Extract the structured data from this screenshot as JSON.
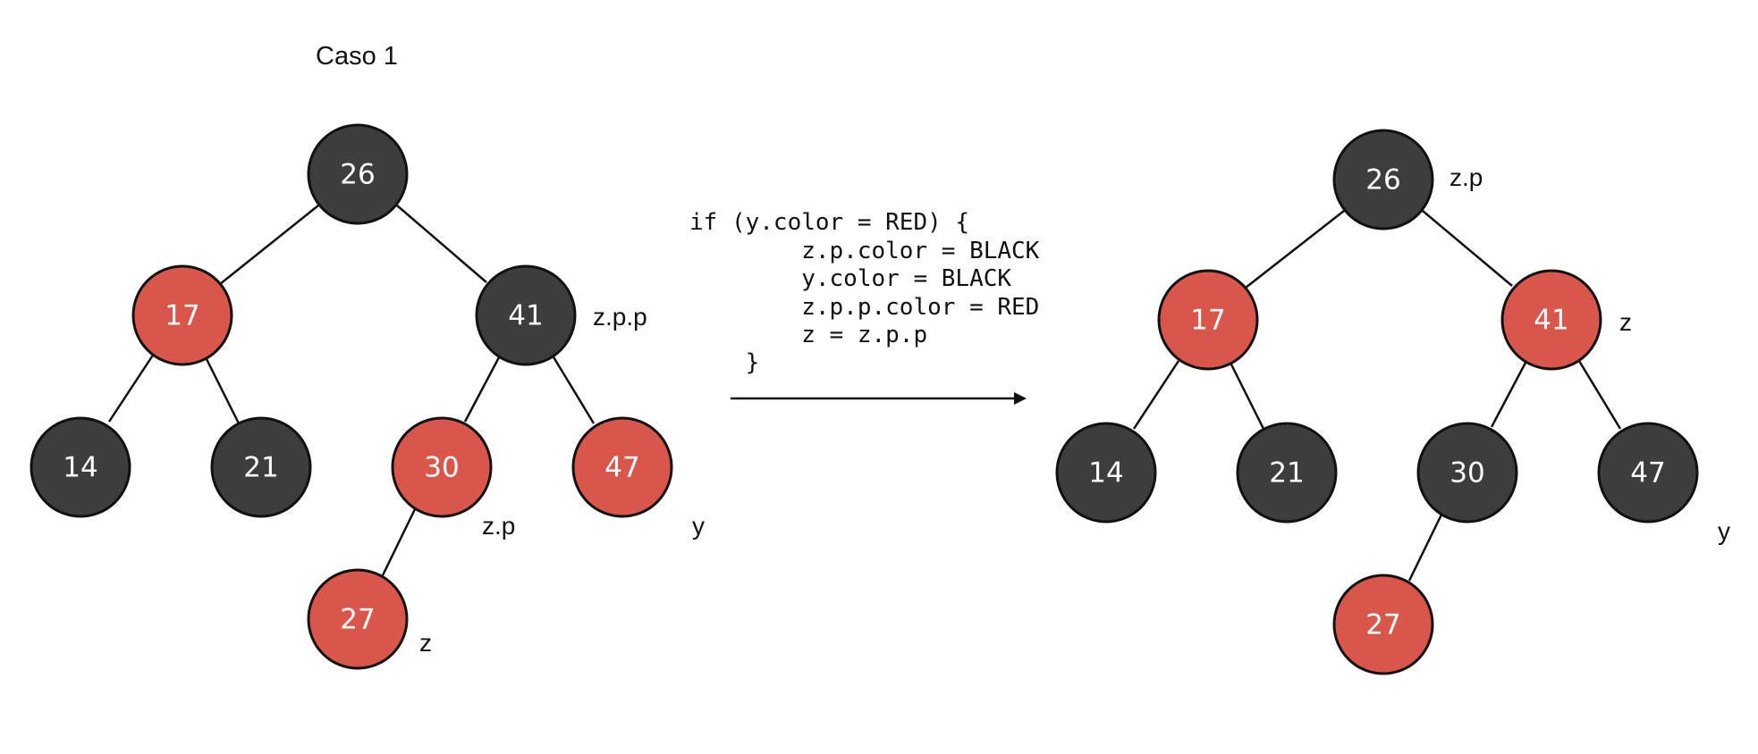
{
  "title": "Caso 1",
  "colors": {
    "red_node": "#D9574A",
    "black_node": "#3D3D3D",
    "node_text": "#FFFFFF",
    "stroke": "#111111"
  },
  "before": {
    "nodes": [
      {
        "id": "26",
        "label": "26",
        "color": "black"
      },
      {
        "id": "17",
        "label": "17",
        "color": "red"
      },
      {
        "id": "41",
        "label": "41",
        "color": "black"
      },
      {
        "id": "14",
        "label": "14",
        "color": "black"
      },
      {
        "id": "21",
        "label": "21",
        "color": "black"
      },
      {
        "id": "30",
        "label": "30",
        "color": "red"
      },
      {
        "id": "47",
        "label": "47",
        "color": "red"
      },
      {
        "id": "27",
        "label": "27",
        "color": "red"
      }
    ],
    "annotations": {
      "zpp": "z.p.p",
      "zp": "z.p",
      "y": "y",
      "z": "z"
    }
  },
  "code": [
    "if (y.color = RED) {",
    "        z.p.color = BLACK",
    "        y.color = BLACK",
    "        z.p.p.color = RED",
    "        z = z.p.p",
    "    }"
  ],
  "after": {
    "nodes": [
      {
        "id": "26",
        "label": "26",
        "color": "black"
      },
      {
        "id": "17",
        "label": "17",
        "color": "red"
      },
      {
        "id": "41",
        "label": "41",
        "color": "red"
      },
      {
        "id": "14",
        "label": "14",
        "color": "black"
      },
      {
        "id": "21",
        "label": "21",
        "color": "black"
      },
      {
        "id": "30",
        "label": "30",
        "color": "black"
      },
      {
        "id": "47",
        "label": "47",
        "color": "black"
      },
      {
        "id": "27",
        "label": "27",
        "color": "red"
      }
    ],
    "annotations": {
      "zp": "z.p",
      "z": "z",
      "y": "y"
    }
  }
}
